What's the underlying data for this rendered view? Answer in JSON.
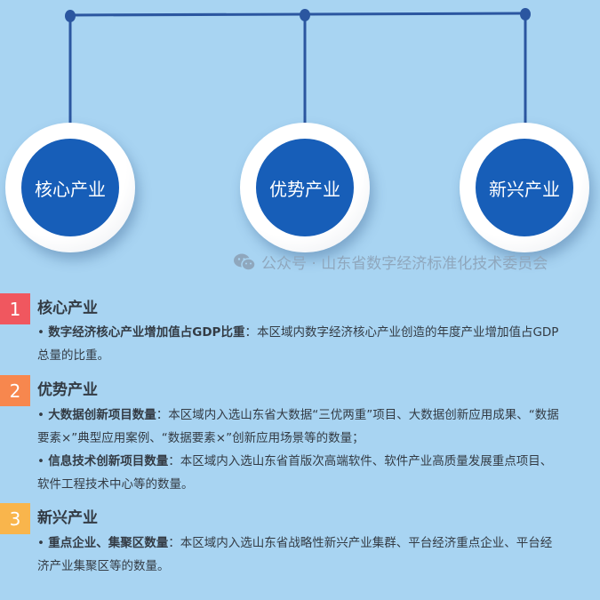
{
  "diagram": {
    "nodes": [
      {
        "label": "核心产业"
      },
      {
        "label": "优势产业"
      },
      {
        "label": "新兴产业"
      }
    ],
    "colors": {
      "background": "#a8d4f2",
      "connector": "#2b56a0",
      "circle_fill": "#175eb8",
      "badge_1": "#f0575f",
      "badge_2": "#f7874e",
      "badge_3": "#f9b54c"
    }
  },
  "watermark": {
    "icon": "wechat-icon",
    "text": "公众号 · 山东省数字经济标准化技术委员会"
  },
  "sections": [
    {
      "number": "1",
      "title": "核心产业",
      "items": [
        {
          "bullet": "•",
          "term": "数字经济核心产业增加值占GDP比重",
          "colon": "：",
          "line1": "本区域内数字经济核心产业创造的年度产业增加值占GDP",
          "line2": "总量的比重。"
        }
      ]
    },
    {
      "number": "2",
      "title": "优势产业",
      "items": [
        {
          "bullet": "•",
          "term": "大数据创新项目数量",
          "colon": "：",
          "line1": "本区域内入选山东省大数据“三优两重”项目、大数据创新应用成果、“数据",
          "line2": "要素×”典型应用案例、“数据要素×”创新应用场景等的数量；"
        },
        {
          "bullet": "•",
          "term": "信息技术创新项目数量",
          "colon": "：",
          "line1": "本区域内入选山东省首版次高端软件、软件产业高质量发展重点项目、",
          "line2": "软件工程技术中心等的数量。"
        }
      ]
    },
    {
      "number": "3",
      "title": "新兴产业",
      "items": [
        {
          "bullet": "•",
          "term": "重点企业、集聚区数量",
          "colon": "：",
          "line1": "本区域内入选山东省战略性新兴产业集群、平台经济重点企业、平台经",
          "line2": "济产业集聚区等的数量。"
        }
      ]
    }
  ]
}
